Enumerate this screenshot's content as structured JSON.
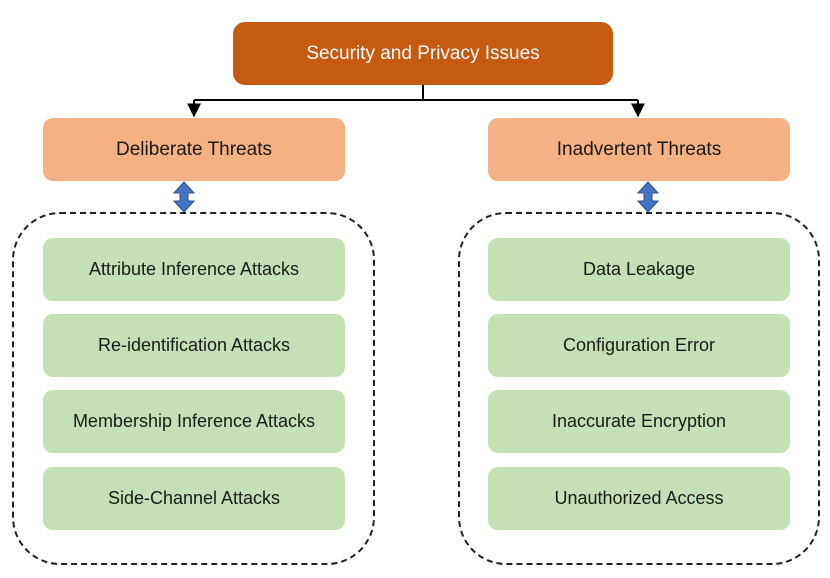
{
  "root": {
    "label": "Security and Privacy Issues"
  },
  "categories": [
    {
      "label": "Deliberate Threats",
      "items": [
        "Attribute Inference Attacks",
        "Re-identification Attacks",
        "Membership Inference Attacks",
        "Side-Channel Attacks"
      ]
    },
    {
      "label": "Inadvertent Threats",
      "items": [
        "Data Leakage",
        "Configuration Error",
        "Inaccurate Encryption",
        "Unauthorized Access"
      ]
    }
  ],
  "colors": {
    "root_fill": "#c55a11",
    "category_fill": "#f4b183",
    "item_fill": "#c5e0b4",
    "double_arrow": "#4472c4"
  }
}
